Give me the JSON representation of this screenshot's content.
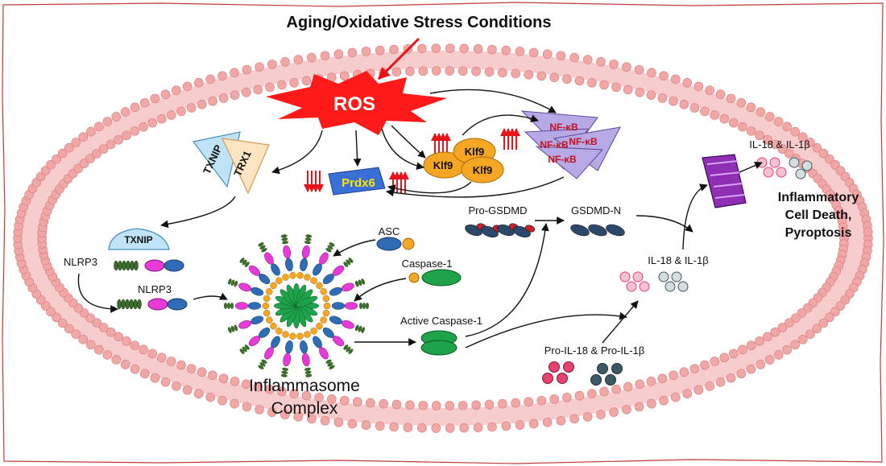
{
  "title": "Aging/Oxidative Stress Conditions",
  "ros": "ROS",
  "txnip": "TXNIP",
  "trx1": "TRX1",
  "txnip_free": "TXNIP",
  "prdx6": "Prdx6",
  "klf9": [
    "Klf9",
    "Klf9",
    "Klf9"
  ],
  "nfkb": [
    "NF-κB",
    "NF-κB",
    "NF-κB",
    "NF-κB"
  ],
  "nlrp3_top": "NLRP3",
  "nlrp3_bottom": "NLRP3",
  "asc": "ASC",
  "caspase1": "Caspase-1",
  "active_caspase1": "Active Caspase-1",
  "pro_gsdmd": "Pro-GSDMD",
  "gsdmd_n": "GSDMD-N",
  "il_mid": "IL-18 & IL-1β",
  "il_top": "IL-18 & IL-1β",
  "pro_il": "Pro-IL-18 & Pro-IL-1β",
  "inflammasome": [
    "Inflammasome",
    "Complex"
  ],
  "outcome": [
    "Inflammatory",
    "Cell Death,",
    "Pyroptosis"
  ],
  "colors": {
    "membrane": "#f2a7a7",
    "ros": "#ff1a1a",
    "klf9": "#f5a623",
    "prdx6": "#3a6fd8",
    "nfkb": "#b7a8e6",
    "asc": "#2e6db5",
    "caspase": "#1fa34a",
    "nlrp3": "#e83ad8",
    "pink": "#e8436e",
    "slate": "#3e5966"
  }
}
